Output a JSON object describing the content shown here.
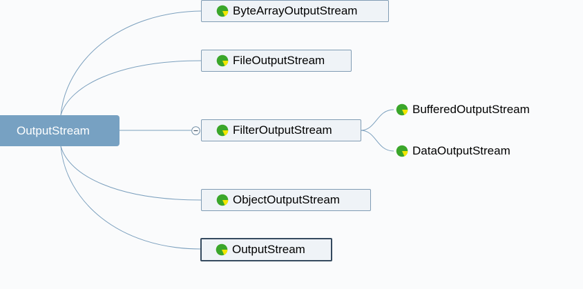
{
  "root": {
    "label": "OutputStream"
  },
  "children": [
    {
      "label": "ByteArrayOutputStream"
    },
    {
      "label": "FileOutputStream"
    },
    {
      "label": "FilterOutputStream",
      "collapsed": false,
      "children": [
        {
          "label": "BufferedOutputStream"
        },
        {
          "label": "DataOutputStream"
        }
      ]
    },
    {
      "label": "ObjectOutputStream"
    },
    {
      "label": "OutputStream",
      "selected": true
    }
  ],
  "colors": {
    "root_fill": "#77a1c2",
    "node_fill": "#eff3f7",
    "node_border": "#7f9bb3",
    "selected_border": "#34495e",
    "connector": "#7a9fbd",
    "icon_green": "#3aa62a",
    "icon_yellow": "#f2e600"
  },
  "icons": {
    "class": "green-class-icon",
    "toggle": "collapse-minus-icon"
  }
}
